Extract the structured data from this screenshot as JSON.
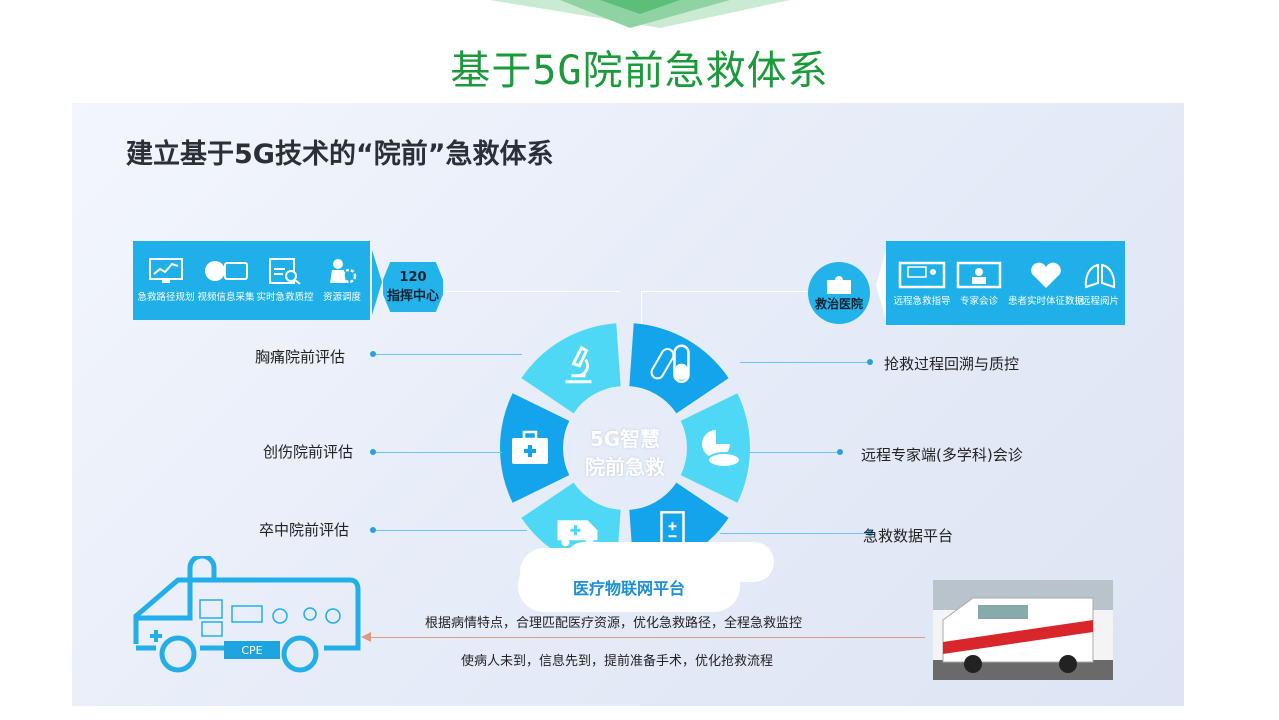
{
  "slide_title": "基于5G院前急救体系",
  "subtitle": "建立基于5G技术的“院前”急救体系",
  "left_box": {
    "items": [
      {
        "icon": "monitor-chart-icon",
        "label": "急救路径规划"
      },
      {
        "icon": "video-camera-icon",
        "label": "视频信息采集"
      },
      {
        "icon": "document-search-icon",
        "label": "实时急救质控"
      },
      {
        "icon": "dispatcher-gear-icon",
        "label": "资源调度"
      }
    ]
  },
  "command_center": {
    "line1": "120",
    "line2": "指挥中心"
  },
  "hospital": {
    "icon": "hospital-icon",
    "label": "救治医院"
  },
  "right_box": {
    "items": [
      {
        "icon": "teaching-screen-icon",
        "label": "远程急救指导"
      },
      {
        "icon": "expert-screen-icon",
        "label": "专家会诊"
      },
      {
        "icon": "heart-icon",
        "label": "患者实时体征数据"
      },
      {
        "icon": "lungs-icon",
        "label": "远程阅片"
      }
    ]
  },
  "left_labels": [
    "胸痛院前评估",
    "创伤院前评估",
    "卒中院前评估"
  ],
  "right_labels": [
    "抢救过程回溯与质控",
    "远程专家端(多学科)会诊",
    "急救数据平台"
  ],
  "center": {
    "line1": "5G智慧",
    "line2": "院前急救"
  },
  "segments": [
    {
      "icon": "microscope-icon"
    },
    {
      "icon": "pills-icon"
    },
    {
      "icon": "pie-pill-icon"
    },
    {
      "icon": "clipboard-icon"
    },
    {
      "icon": "ambulance-icon"
    },
    {
      "icon": "medkit-icon"
    }
  ],
  "cloud_label": "医疗物联网平台",
  "ambulance_label": "CPE",
  "desc": [
    "根据病情特点，合理匹配医疗资源，优化急救路径，全程急救监控",
    "使病人未到，信息先到，提前准备手术，优化抢救流程"
  ],
  "colors": {
    "title": "#1a9a3a",
    "blue_dark": "#14a4ec",
    "blue_light": "#4fd8f5",
    "box": "#1fb0ea"
  }
}
